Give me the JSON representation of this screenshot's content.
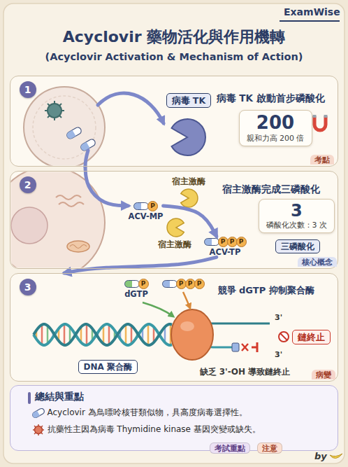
{
  "diagram": {
    "title": "Acyclovir 藥物活化與作用機轉",
    "nodes": [
      {
        "text": [
          "病毒 TK 啟動首步磷酸化"
        ]
      },
      {
        "text": [
          "1"
        ],
        "in": 0
      },
      {
        "text": [
          "病毒 TK"
        ],
        "in": 0
      },
      {
        "text": [
          "200",
          "親和力高 200 倍"
        ],
        "in": 0
      },
      {
        "text": [
          "考點"
        ],
        "in": 0
      },
      {
        "text": [
          "宿主激酶完成三磷酸化"
        ]
      },
      {
        "text": [
          "2"
        ],
        "in": 5
      },
      {
        "text": [
          "P",
          "ACV-MP"
        ],
        "in": 5
      },
      {
        "text": [
          "3",
          "磷酸化次數：3 次"
        ],
        "in": 5
      },
      {
        "text": [
          "P",
          "P",
          "P",
          "ACV-TP"
        ],
        "in": 5
      },
      {
        "text": [
          "三磷酸化"
        ],
        "in": 5
      },
      {
        "text": [
          "核心概念"
        ],
        "in": 5
      },
      {
        "text": [
          "競爭 dGTP 抑制聚合酶",
          "缺乏 3'-OH 導致鏈終止"
        ]
      },
      {
        "text": [
          "3"
        ],
        "in": 12
      },
      {
        "text": [
          "P",
          "dGTP"
        ],
        "in": 12
      },
      {
        "text": [
          "P",
          "P",
          "P"
        ],
        "in": 12
      },
      {
        "text": [
          "鏈終止"
        ],
        "in": 12
      },
      {
        "text": [
          "DNA 聚合酶"
        ],
        "in": 12
      },
      {
        "text": [
          "病變"
        ],
        "in": 12
      },
      {
        "text": [
          "總結與重點",
          "Acyclovir 為鳥嘌呤核苷類似物，具高度病毒選擇性。",
          "抗藥性主因為病毒 Thymidine kinase 基因突變或缺失。"
        ]
      },
      {
        "text": [
          "考試重點"
        ],
        "in": 19
      },
      {
        "text": [
          "注意"
        ],
        "in": 19
      }
    ],
    "edges": [
      {
        "from": 0,
        "to": 7,
        "arrow": "to"
      },
      {
        "from": 7,
        "to": 9,
        "arrow": "to"
      },
      {
        "from": 9,
        "to": 12,
        "arrow": "to"
      }
    ],
    "labels": [
      "ExamWise",
      "(Acyclovir Activation & Mechanism of Action)",
      "宿主激酶",
      "宿主激酶",
      "3'",
      "3'",
      "by"
    ]
  }
}
